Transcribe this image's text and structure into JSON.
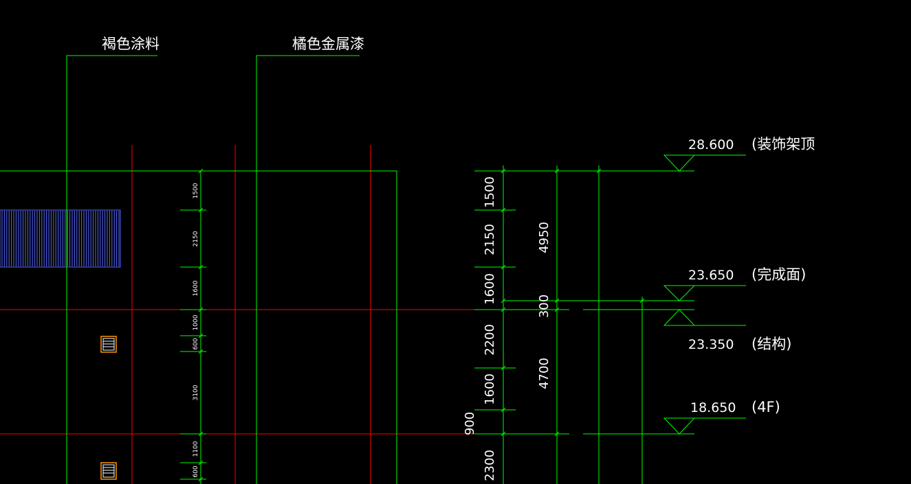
{
  "annotations": {
    "brown_paint": "褐色涂料",
    "orange_metal_paint": "橘色金属漆"
  },
  "small_dims": [
    "1500",
    "2150",
    "1600",
    "1000",
    "600",
    "3100",
    "1100",
    "600"
  ],
  "large_dims": [
    "1500",
    "2150",
    "1600",
    "2200",
    "1600",
    "2300"
  ],
  "total_dims": [
    "4950",
    "300",
    "4700"
  ],
  "side_dim": "900",
  "elevations": [
    {
      "value": "28.600",
      "label": "(装饰架顶"
    },
    {
      "value": "23.650",
      "label": "(完成面)"
    },
    {
      "value": "23.350",
      "label": "(结构)"
    },
    {
      "value": "18.650",
      "label": "(4F)"
    }
  ],
  "colors": {
    "background": "#000000",
    "dimension": "#00ff00",
    "axis": "#ff0000",
    "hatch": "#5566ff",
    "text": "#ffffff"
  }
}
